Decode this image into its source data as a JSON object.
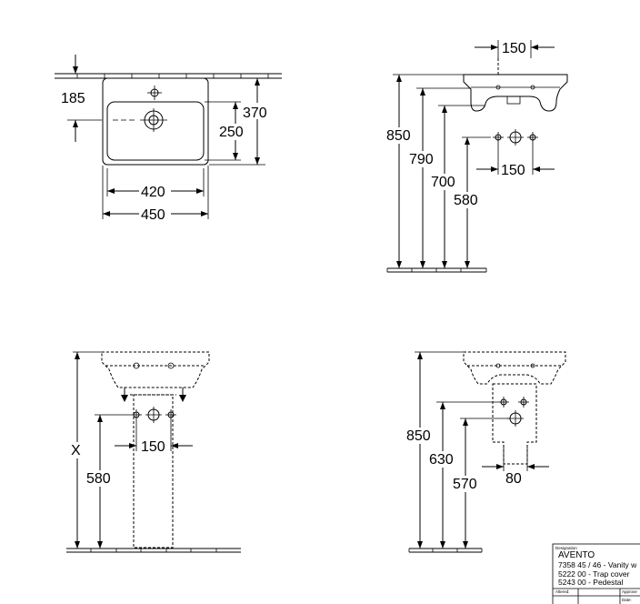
{
  "views": {
    "top_view": {
      "dim_185": "185",
      "dim_370": "370",
      "dim_250": "250",
      "dim_420": "420",
      "dim_450": "450"
    },
    "side_view_top_right": {
      "dim_150_top": "150",
      "dim_850": "850",
      "dim_790": "790",
      "dim_700": "700",
      "dim_580": "580",
      "dim_150_mid": "150"
    },
    "front_view_pedestal": {
      "dim_x": "X",
      "dim_580": "580",
      "dim_150": "150"
    },
    "side_view_pedestal": {
      "dim_850": "850",
      "dim_630": "630",
      "dim_570": "570",
      "dim_80": "80"
    }
  },
  "title_block": {
    "designation_label": "Designation",
    "product_name": "AVENTO",
    "line_1": "7358 45 / 46 - Vanity w",
    "line_2": "5222 00 - Trap cover",
    "line_3": "5243 00 - Pedestal",
    "altered_label": "Altered:",
    "approved_label": "Approve",
    "date_label": "Date:"
  }
}
